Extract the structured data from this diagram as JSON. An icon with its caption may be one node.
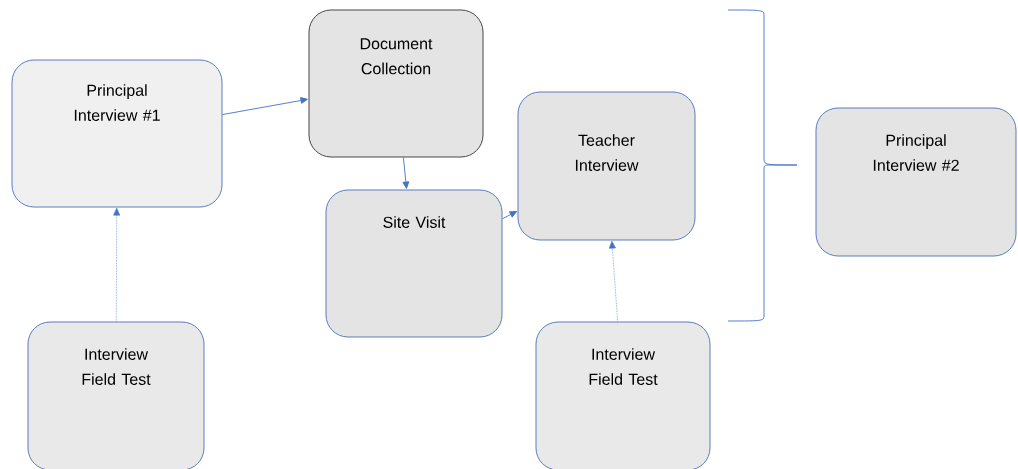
{
  "diagram": {
    "nodes": [
      {
        "text": [
          "Principal Interview #1"
        ]
      },
      {
        "text": [
          "Document Collection"
        ]
      },
      {
        "text": [
          "Site Visit"
        ]
      },
      {
        "text": [
          "Teacher Interview"
        ]
      },
      {
        "text": [
          "Principal Interview #2"
        ]
      },
      {
        "text": [
          "Interview Field Test"
        ]
      },
      {
        "text": [
          "Interview Field Test"
        ]
      }
    ],
    "edges": [
      {
        "from": 0,
        "to": 1,
        "arrow": "to"
      },
      {
        "from": 1,
        "to": 2,
        "arrow": "to"
      },
      {
        "from": 2,
        "to": 3,
        "arrow": "to"
      },
      {
        "from": 5,
        "to": 0,
        "arrow": "to",
        "style": "dashed"
      },
      {
        "from": 6,
        "to": 3,
        "arrow": "to",
        "style": "dashed"
      }
    ]
  }
}
